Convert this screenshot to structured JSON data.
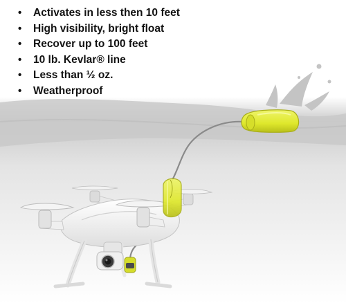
{
  "features": [
    "Activates in less then 10 feet",
    "High visibility, bright float",
    "Recover up to 100 feet",
    "10 lb. Kevlar® line",
    "Less than ½ oz.",
    "Weatherproof"
  ],
  "colors": {
    "float": "#e4ec3a",
    "float_dark": "#b8bf1a",
    "water": "#cfcfcf",
    "line": "#8a8a8a",
    "text": "#111111"
  },
  "icons": {
    "bullet": "bullet-dot"
  }
}
